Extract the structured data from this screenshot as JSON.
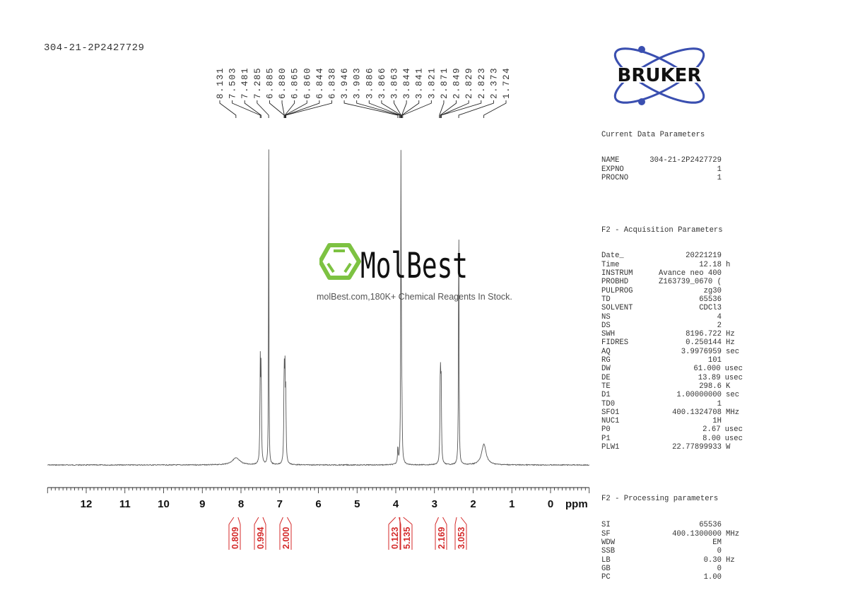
{
  "sample_name": "304-21-2P2427729",
  "watermark": {
    "brand": "MolBest",
    "tagline": "molBest.com,180K+ Chemical Reagents In Stock.",
    "color": "#7dc242"
  },
  "bruker_logo": {
    "text": "BRUKER",
    "orbit_color": "#3a4fb0"
  },
  "parameters": {
    "current": {
      "title": "Current Data Parameters",
      "rows": [
        {
          "key": "NAME",
          "value": "304-21-2P2427729",
          "unit": ""
        },
        {
          "key": "EXPNO",
          "value": "1",
          "unit": ""
        },
        {
          "key": "PROCNO",
          "value": "1",
          "unit": ""
        }
      ]
    },
    "acquisition": {
      "title": "F2 - Acquisition Parameters",
      "rows": [
        {
          "key": "Date_",
          "value": "20221219",
          "unit": ""
        },
        {
          "key": "Time",
          "value": "12.18",
          "unit": "h"
        },
        {
          "key": "INSTRUM",
          "value": "Avance neo 400",
          "unit": ""
        },
        {
          "key": "PROBHD",
          "value": "Z163739_0670 (",
          "unit": ""
        },
        {
          "key": "PULPROG",
          "value": "zg30",
          "unit": ""
        },
        {
          "key": "TD",
          "value": "65536",
          "unit": ""
        },
        {
          "key": "SOLVENT",
          "value": "CDCl3",
          "unit": ""
        },
        {
          "key": "NS",
          "value": "4",
          "unit": ""
        },
        {
          "key": "DS",
          "value": "2",
          "unit": ""
        },
        {
          "key": "SWH",
          "value": "8196.722",
          "unit": "Hz"
        },
        {
          "key": "FIDRES",
          "value": "0.250144",
          "unit": "Hz"
        },
        {
          "key": "AQ",
          "value": "3.9976959",
          "unit": "sec"
        },
        {
          "key": "RG",
          "value": "101",
          "unit": ""
        },
        {
          "key": "DW",
          "value": "61.000",
          "unit": "usec"
        },
        {
          "key": "DE",
          "value": "13.89",
          "unit": "usec"
        },
        {
          "key": "TE",
          "value": "298.6",
          "unit": "K"
        },
        {
          "key": "D1",
          "value": "1.00000000",
          "unit": "sec"
        },
        {
          "key": "TD0",
          "value": "1",
          "unit": ""
        },
        {
          "key": "SFO1",
          "value": "400.1324708",
          "unit": "MHz"
        },
        {
          "key": "NUC1",
          "value": "1H",
          "unit": ""
        },
        {
          "key": "P0",
          "value": "2.67",
          "unit": "usec"
        },
        {
          "key": "P1",
          "value": "8.00",
          "unit": "usec"
        },
        {
          "key": "PLW1",
          "value": "22.77899933",
          "unit": "W"
        }
      ]
    },
    "processing": {
      "title": "F2 - Processing parameters",
      "rows": [
        {
          "key": "SI",
          "value": "65536",
          "unit": ""
        },
        {
          "key": "SF",
          "value": "400.1300000",
          "unit": "MHz"
        },
        {
          "key": "WDW",
          "value": "EM",
          "unit": ""
        },
        {
          "key": "SSB",
          "value": "0",
          "unit": ""
        },
        {
          "key": "LB",
          "value": "0.30",
          "unit": "Hz"
        },
        {
          "key": "GB",
          "value": "0",
          "unit": ""
        },
        {
          "key": "PC",
          "value": "1.00",
          "unit": ""
        }
      ]
    }
  },
  "chart_data": {
    "type": "line",
    "title": "304-21-2P2427729",
    "xlabel": "ppm",
    "ylabel": "",
    "xlim": [
      13,
      -1
    ],
    "x_ticks": [
      12,
      11,
      10,
      9,
      8,
      7,
      6,
      5,
      4,
      3,
      2,
      1,
      0
    ],
    "x_tick_labels": [
      "12",
      "11",
      "10",
      "9",
      "8",
      "7",
      "6",
      "5",
      "4",
      "3",
      "2",
      "1",
      "0"
    ],
    "axis_unit_label": "ppm",
    "grid": false,
    "peak_labels": [
      "8.131",
      "7.503",
      "7.481",
      "7.285",
      "6.885",
      "6.880",
      "6.865",
      "6.860",
      "6.844",
      "6.838",
      "3.946",
      "3.903",
      "3.886",
      "3.866",
      "3.863",
      "3.844",
      "3.841",
      "3.821",
      "2.871",
      "2.849",
      "2.829",
      "2.823",
      "2.373",
      "1.724"
    ],
    "peaks": [
      {
        "ppm": 8.131,
        "height": 0.02,
        "width": 0.12
      },
      {
        "ppm": 7.503,
        "height": 0.28,
        "width": 0.01
      },
      {
        "ppm": 7.481,
        "height": 0.27,
        "width": 0.01
      },
      {
        "ppm": 7.285,
        "height": 1.0,
        "width": 0.006
      },
      {
        "ppm": 6.885,
        "height": 0.26,
        "width": 0.01
      },
      {
        "ppm": 6.865,
        "height": 0.24,
        "width": 0.01
      },
      {
        "ppm": 6.844,
        "height": 0.18,
        "width": 0.01
      },
      {
        "ppm": 3.946,
        "height": 0.05,
        "width": 0.01
      },
      {
        "ppm": 3.866,
        "height": 0.92,
        "width": 0.008
      },
      {
        "ppm": 3.844,
        "height": 0.16,
        "width": 0.01
      },
      {
        "ppm": 2.849,
        "height": 0.27,
        "width": 0.01
      },
      {
        "ppm": 2.829,
        "height": 0.24,
        "width": 0.01
      },
      {
        "ppm": 2.373,
        "height": 0.75,
        "width": 0.008
      },
      {
        "ppm": 1.724,
        "height": 0.06,
        "width": 0.07
      }
    ],
    "integrals": [
      {
        "ppm_center": 8.131,
        "value": "0.809"
      },
      {
        "ppm_center": 7.49,
        "value": "0.994"
      },
      {
        "ppm_center": 6.86,
        "value": "2.000"
      },
      {
        "ppm_center": 3.95,
        "value": "0.123"
      },
      {
        "ppm_center": 3.86,
        "value": "5.135"
      },
      {
        "ppm_center": 2.84,
        "value": "2.169"
      },
      {
        "ppm_center": 2.373,
        "value": "3.053"
      }
    ],
    "integral_color": "#d42a2a"
  }
}
